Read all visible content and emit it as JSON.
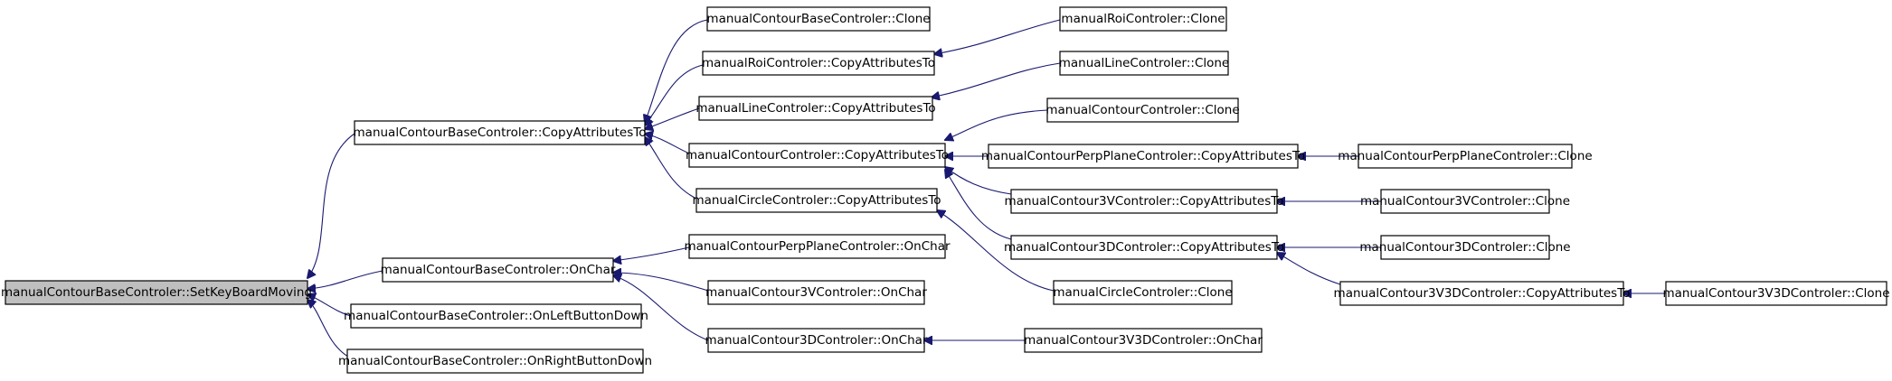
{
  "nodes": {
    "root": "manualContourBaseControler::SetKeyBoardMoving",
    "base_copy": "manualContourBaseControler::CopyAttributesTo",
    "base_onchar": "manualContourBaseControler::OnChar",
    "base_onleft": "manualContourBaseControler::OnLeftButtonDown",
    "base_onright": "manualContourBaseControler::OnRightButtonDown",
    "base_clone": "manualContourBaseControler::Clone",
    "roi_copy": "manualRoiControler::CopyAttributesTo",
    "line_copy": "manualLineControler::CopyAttributesTo",
    "contour_copy": "manualContourControler::CopyAttributesTo",
    "circle_copy": "manualCircleControler::CopyAttributesTo",
    "perp_onchar": "manualContourPerpPlaneControler::OnChar",
    "c3v_onchar": "manualContour3VControler::OnChar",
    "c3d_onchar": "manualContour3DControler::OnChar",
    "roi_clone": "manualRoiControler::Clone",
    "line_clone": "manualLineControler::Clone",
    "contour_clone": "manualContourControler::Clone",
    "perp_copy": "manualContourPerpPlaneControler::CopyAttributesTo",
    "c3v_copy": "manualContour3VControler::CopyAttributesTo",
    "c3d_copy": "manualContour3DControler::CopyAttributesTo",
    "circle_clone": "manualCircleControler::Clone",
    "c3v3d_onchar": "manualContour3V3DControler::OnChar",
    "perp_clone": "manualContourPerpPlaneControler::Clone",
    "c3v_clone": "manualContour3VControler::Clone",
    "c3d_clone": "manualContour3DControler::Clone",
    "c3v3d_copy": "manualContour3V3DControler::CopyAttributesTo",
    "c3v3d_clone": "manualContour3V3DControler::Clone"
  },
  "colors": {
    "edge": "#191970",
    "root_fill": "#bfbfbf"
  }
}
